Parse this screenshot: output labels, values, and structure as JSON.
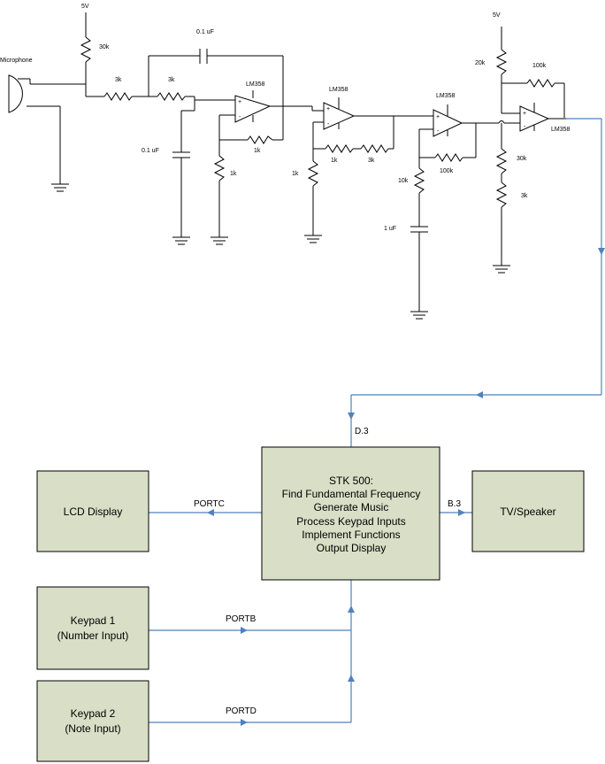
{
  "circuit": {
    "supply_left": "5V",
    "supply_right": "5V",
    "microphone": "Microphone",
    "r_30k_top": "30k",
    "r_3k_a": "3k",
    "r_3k_b": "3k",
    "c_top": "0.1 uF",
    "c_left": "0.1 uF",
    "opamp1": "LM358",
    "opamp2": "LM358",
    "opamp3": "LM358",
    "opamp4": "LM358",
    "r_1k_fb1": "1k",
    "r_1k_gnd1": "1k",
    "r_1k_gnd2": "1k",
    "r_1k_fb2": "1k",
    "r_3k_fb2": "3k",
    "r_10k": "10k",
    "r_100k_fb3": "100k",
    "c_1uf": "1 uF",
    "r_20k": "20k",
    "r_100k_fb4": "100k",
    "r_30k_div": "30k",
    "r_3k_div": "3k"
  },
  "blocks": {
    "stk_lines": [
      "STK 500:",
      "Find Fundamental Frequency",
      "Generate Music",
      "Process Keypad Inputs",
      "Implement Functions",
      "Output Display"
    ],
    "lcd": "LCD Display",
    "tv": "TV/Speaker",
    "keypad1_lines": [
      "Keypad 1",
      "(Number Input)"
    ],
    "keypad2_lines": [
      "Keypad 2",
      "(Note Input)"
    ]
  },
  "ports": {
    "d3": "D.3",
    "portc": "PORTC",
    "b3": "B.3",
    "portb": "PORTB",
    "portd": "PORTD"
  },
  "colors": {
    "block_fill": "#d9dfc6",
    "connector": "#4f81bd"
  }
}
